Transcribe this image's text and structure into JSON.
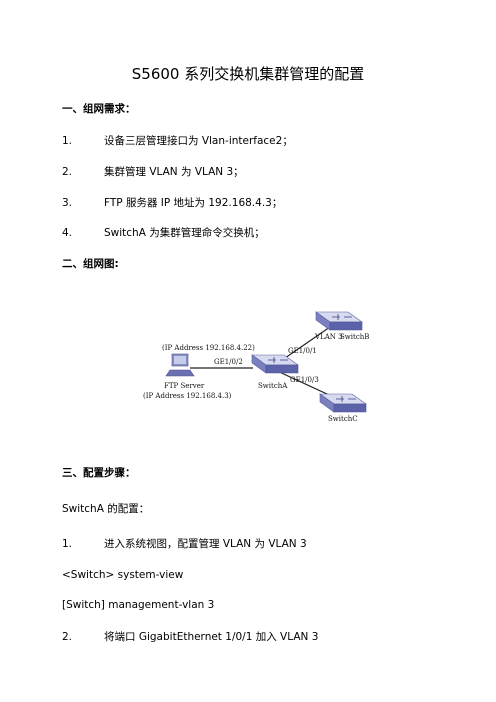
{
  "title": "S5600 系列交换机集群管理的配置",
  "section1": {
    "heading": "一、组网需求：",
    "items": [
      {
        "num": "1.",
        "text": "设备三层管理接口为 Vlan-interface2；"
      },
      {
        "num": "2.",
        "text": "集群管理 VLAN 为 VLAN 3；"
      },
      {
        "num": "3.",
        "text": "FTP 服务器 IP 地址为 192.168.4.3；"
      },
      {
        "num": "4.",
        "text": "SwitchA 为集群管理命令交换机；"
      }
    ]
  },
  "section2": {
    "heading": "二、组网图:",
    "diagram": {
      "switch_b": "SwitchB",
      "switch_a": "SwitchA",
      "switch_c": "SwitchC",
      "vlan": "VLAN 3",
      "ip_top": "(IP Address 192.168.4.22)",
      "ge102": "GE1/0/2",
      "ge101": "GE1/0/1",
      "ge103": "GE1/0/3",
      "ftp": "FTP    Server",
      "ip_bottom": "(IP Address 192.168.4.3)"
    }
  },
  "section3": {
    "heading": "三、配置步骤：",
    "subtitle": "SwitchA 的配置：",
    "step1_num": "1.",
    "step1_text": "进入系统视图，配置管理 VLAN 为 VLAN 3",
    "cmd1": "<Switch> system-view",
    "cmd2": "[Switch] management-vlan 3",
    "step2_num": "2.",
    "step2_text": "将端口 GigabitEthernet 1/0/1 加入 VLAN 3"
  }
}
